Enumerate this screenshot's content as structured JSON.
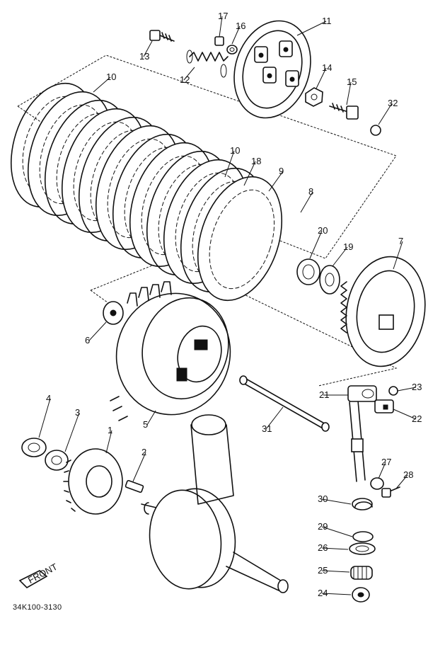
{
  "diagram": {
    "labels": [
      "1",
      "2",
      "3",
      "4",
      "5",
      "6",
      "7",
      "8",
      "9",
      "10",
      "10",
      "11",
      "12",
      "13",
      "14",
      "15",
      "16",
      "17",
      "18",
      "19",
      "20",
      "21",
      "22",
      "23",
      "24",
      "25",
      "26",
      "27",
      "28",
      "29",
      "30",
      "31",
      "32"
    ],
    "front_badge": "FRONT",
    "catalog_code": "34K100-3130"
  }
}
